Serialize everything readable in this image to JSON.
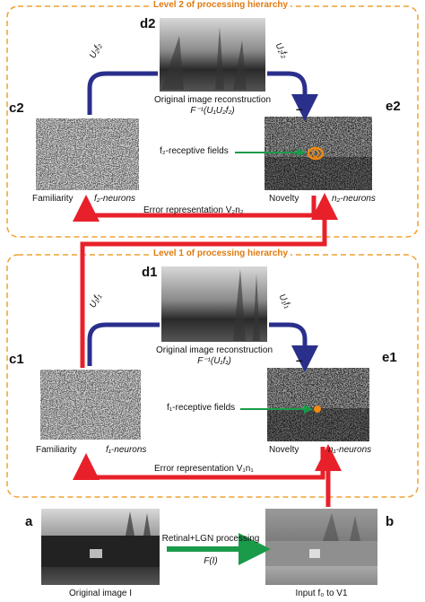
{
  "levels": {
    "level2_title": "Level 2 of processing hierarchy",
    "level1_title": "Level 1 of processing hierarchy"
  },
  "panels": {
    "d2": {
      "letter": "d2",
      "caption_line1": "Original image reconstruction",
      "caption_line2": "F⁻¹(U₁U₂f₂)"
    },
    "c2": {
      "letter": "c2",
      "left_label": "Familiarity",
      "right_label": "f₂-neurons"
    },
    "e2": {
      "letter": "e2",
      "left_label": "Novelty",
      "right_label": "n₂-neurons",
      "minus": "–",
      "rf_label": "f₂-receptive fields"
    },
    "d1": {
      "letter": "d1",
      "caption_line1": "Original image reconstruction",
      "caption_line2": "F⁻¹(U₁f₁)"
    },
    "c1": {
      "letter": "c1",
      "left_label": "Familiarity",
      "right_label": "f₁-neurons"
    },
    "e1": {
      "letter": "e1",
      "left_label": "Novelty",
      "right_label": "n₁-neurons",
      "minus": "–",
      "rf_label": "f₁-receptive fields"
    },
    "a": {
      "letter": "a",
      "caption": "Original image I"
    },
    "b": {
      "letter": "b",
      "caption": "Input f₀ to V1"
    }
  },
  "arrows": {
    "u2f2_left": "U₂f₂",
    "u2f2_right": "U₂f₂",
    "u1f1_left": "U₁f₁",
    "u1f1_right": "U₁f₁",
    "error2": "Error representation V₂n₂",
    "error1": "Error representation V₁n₁",
    "retinal": "Retinal+LGN processing",
    "f_of_i": "F(I)"
  },
  "colors": {
    "level_box": "#f0a030",
    "level_text": "#e07b10",
    "red_arrow": "#e8202a",
    "blue_arrow": "#2a2f8c",
    "green_arrow": "#1a9b4a",
    "rf_marker": "#f08a10"
  }
}
